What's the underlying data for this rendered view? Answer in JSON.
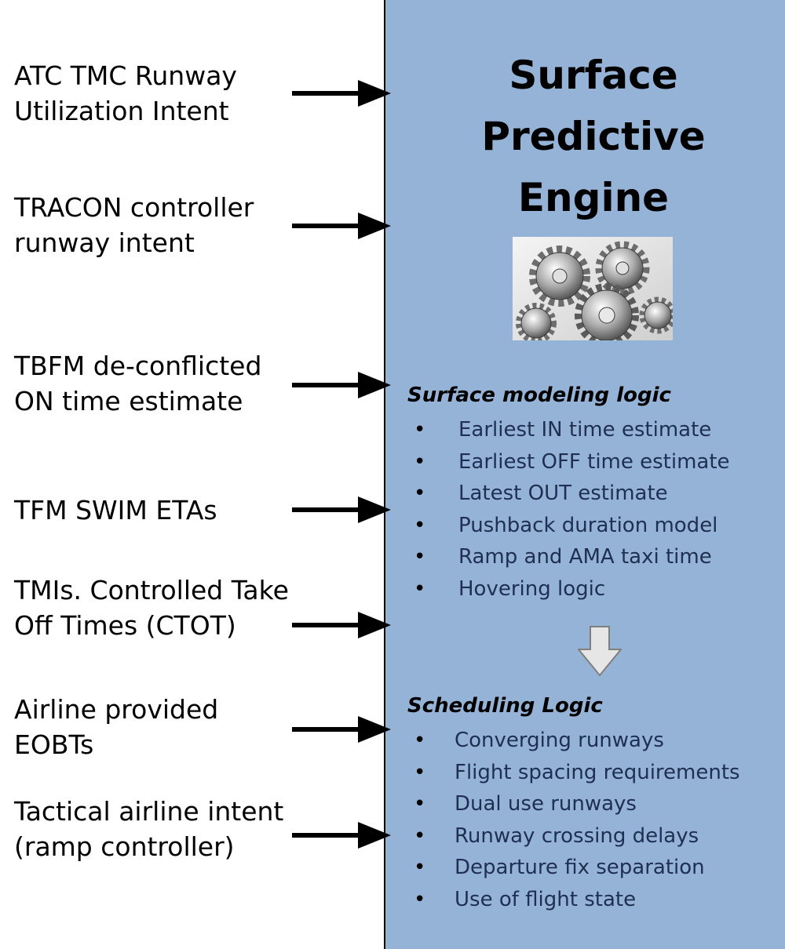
{
  "inputs": [
    {
      "label": "ATC TMC Runway\nUtilization Intent"
    },
    {
      "label": "TRACON controller\nrunway intent"
    },
    {
      "label": "TBFM de-conflicted\nON time estimate"
    },
    {
      "label": "TFM SWIM ETAs"
    },
    {
      "label": "TMIs. Controlled Take\nOff Times (CTOT)"
    },
    {
      "label": "Airline provided\nEOBTs"
    },
    {
      "label": "Tactical airline intent\n(ramp controller)"
    }
  ],
  "engine": {
    "title": "Surface\nPredictive\nEngine",
    "image_icon": "gears-icon",
    "surface_modeling": {
      "heading": "Surface modeling logic",
      "items": [
        "Earliest IN time estimate",
        "Earliest OFF time estimate",
        "Latest OUT estimate",
        "Pushback duration model",
        "Ramp and AMA taxi time",
        "Hovering logic"
      ]
    },
    "flow_icon": "down-arrow-icon",
    "scheduling": {
      "heading": "Scheduling Logic",
      "items": [
        "Converging runways",
        "Flight spacing requirements",
        "Dual use runways",
        "Runway crossing delays",
        "Departure fix separation",
        "Use of flight state"
      ]
    },
    "bullet_glyph": "•"
  },
  "colors": {
    "engine_fill": "#95b3d7",
    "bullet_text": "#1f2f52",
    "arrow": "#000000"
  }
}
